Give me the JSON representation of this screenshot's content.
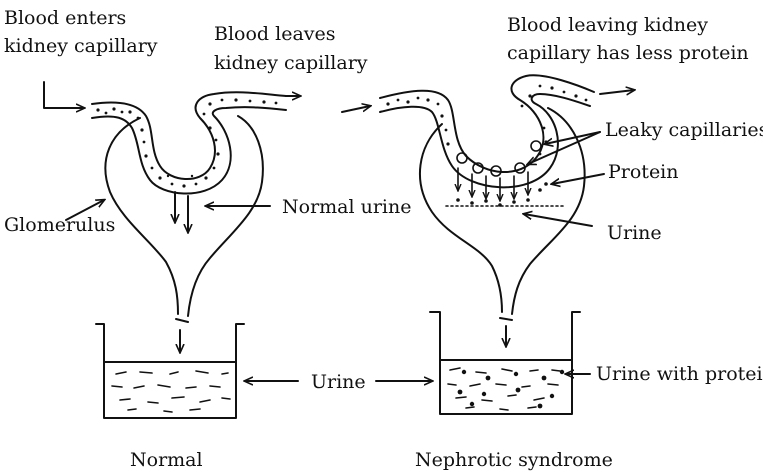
{
  "labels": {
    "blood_enters_line1": "Blood enters",
    "blood_enters_line2": "kidney capillary",
    "blood_leaves_line1": "Blood leaves",
    "blood_leaves_line2": "kidney capillary",
    "glomerulus": "Glomerulus",
    "normal_urine": "Normal urine",
    "urine_center": "Urine",
    "normal_caption": "Normal",
    "blood_leaving_less_protein_line1": "Blood leaving kidney",
    "blood_leaving_less_protein_line2": "capillary has less protein",
    "leaky_capillaries": "Leaky capillaries",
    "protein": "Protein",
    "urine_right": "Urine",
    "urine_with_protein": "Urine with protein",
    "nephrotic_caption": "Nephrotic syndrome"
  }
}
